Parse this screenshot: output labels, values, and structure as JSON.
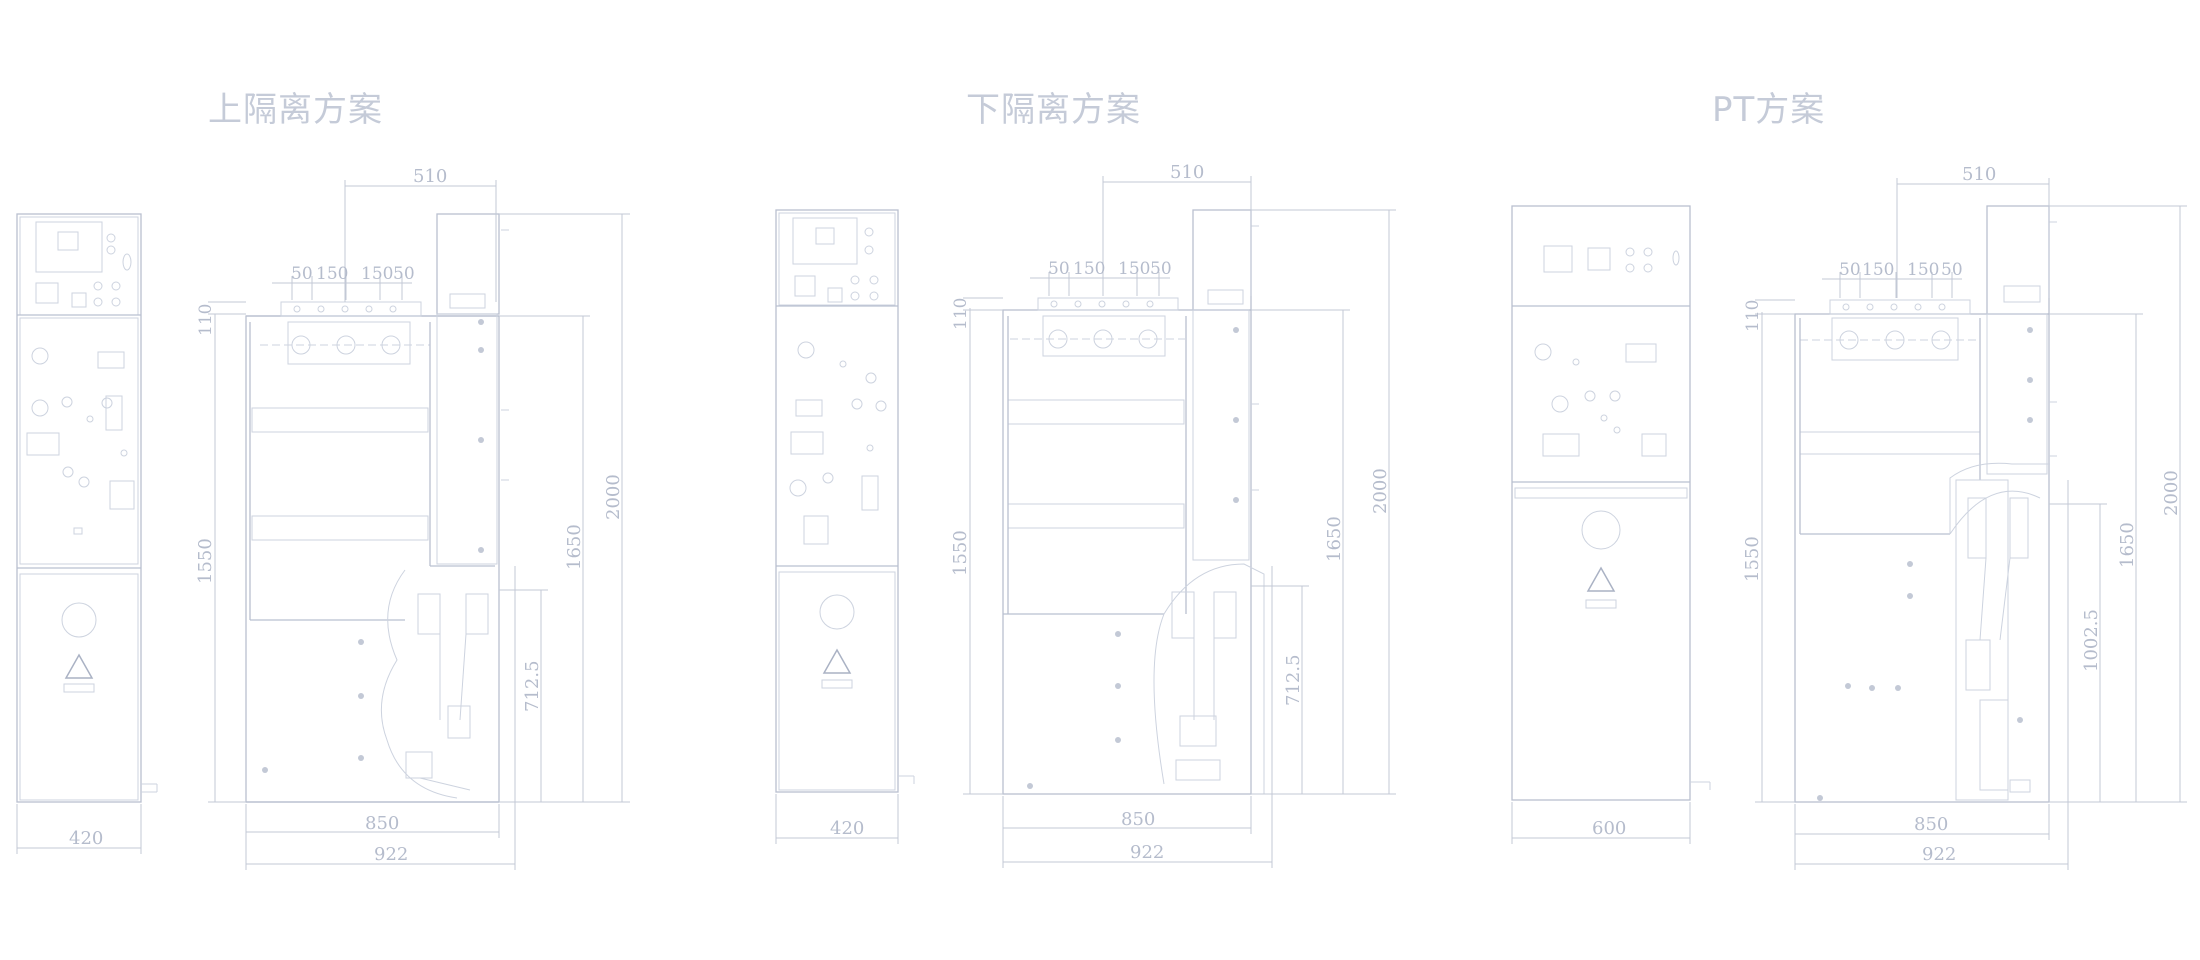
{
  "schemes": [
    {
      "title": "上隔离方案",
      "front_width": "420",
      "side_top": "510",
      "side_pitch": [
        "50",
        "150",
        "150",
        "50"
      ],
      "side_left_heights": [
        "110",
        "1550"
      ],
      "side_right_heights": [
        "712.5",
        "1650",
        "2000"
      ],
      "side_bottom": [
        "850",
        "922"
      ]
    },
    {
      "title": "下隔离方案",
      "front_width": "420",
      "side_top": "510",
      "side_pitch": [
        "50",
        "150",
        "150",
        "50"
      ],
      "side_left_heights": [
        "110",
        "1550"
      ],
      "side_right_heights": [
        "712.5",
        "1650",
        "2000"
      ],
      "side_bottom": [
        "850",
        "922"
      ]
    },
    {
      "title": "PT方案",
      "front_width": "600",
      "side_top": "510",
      "side_pitch": [
        "50",
        "150",
        "150",
        "50"
      ],
      "side_left_heights": [
        "110",
        "1550"
      ],
      "side_right_heights": [
        "1002.5",
        "1650",
        "2000"
      ],
      "side_bottom": [
        "850",
        "922"
      ]
    }
  ],
  "icons": [
    "warning-sign-icon",
    "control-panel-icon",
    "mimic-diagram-icon",
    "busbar-insulator-icon",
    "cable-termination-icon"
  ]
}
